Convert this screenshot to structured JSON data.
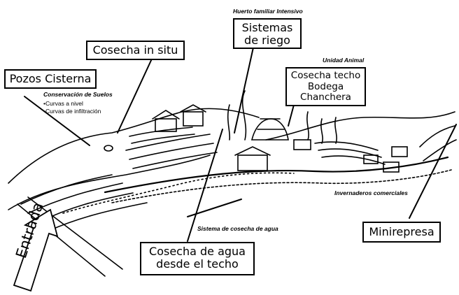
{
  "title": "Huerto familiar Intensivo",
  "boxes": {
    "sistemas_riego": [
      "Sistemas",
      "de riego"
    ],
    "cosecha_in_situ": "Cosecha in situ",
    "pozos_cisterna": "Pozos Cisterna",
    "cosecha_techo": [
      "Cosecha techo",
      "Bodega",
      "Chanchera"
    ],
    "cosecha_agua_techo": [
      "Cosecha de agua",
      "desde el techo"
    ],
    "minirepresa": "Minirepresa"
  },
  "labels": {
    "unidad_animal": "Unidad Animal",
    "conservacion_suelos": "Conservación de Suelos",
    "curvas_nivel": "•Curvas a nivel",
    "curvas_infiltracion": "•Curvas de infiltración",
    "invernaderos": "Invernaderos comerciales",
    "sistema_cosecha_agua": "Sistema de cosecha de agua",
    "entrada": "Entrada"
  }
}
